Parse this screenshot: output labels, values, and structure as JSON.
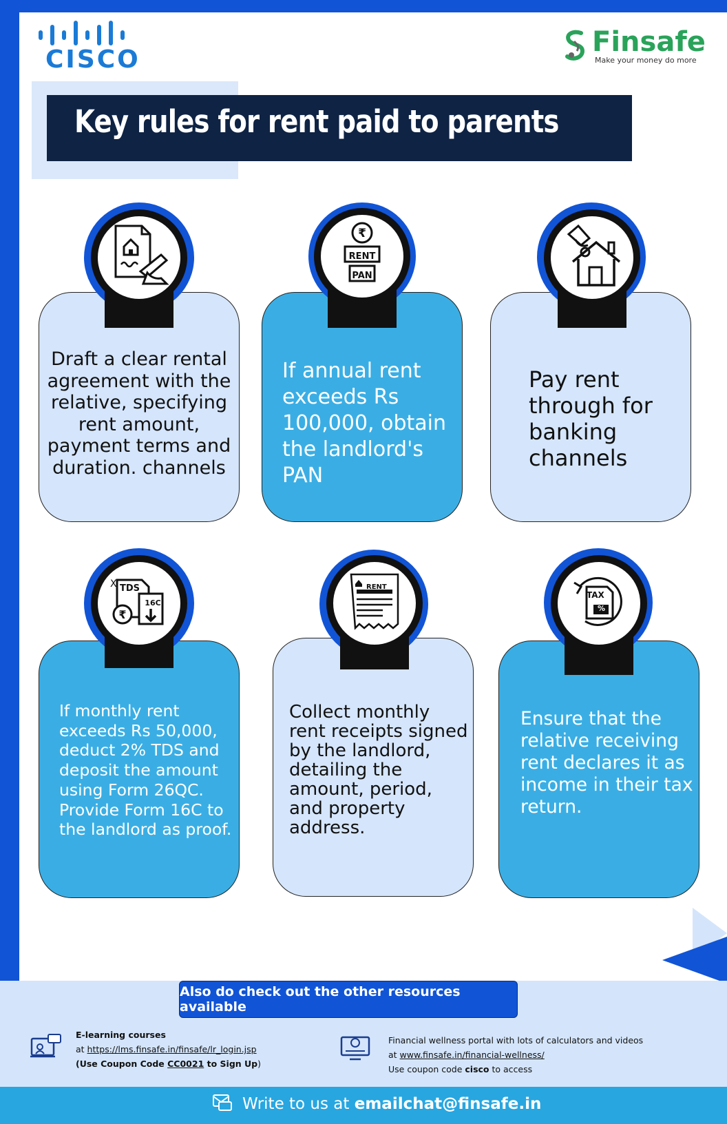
{
  "header": {
    "cisco_logo": "CISCO",
    "finsafe_logo": "Finsafe",
    "finsafe_tagline": "Make your money do more",
    "title": "Key rules for rent paid to parents"
  },
  "cards": [
    {
      "icon": "rental-agreement-icon",
      "text": "Draft a clear rental agreement with the relative, specifying rent amount, payment terms and duration. channels"
    },
    {
      "icon": "rupee-rent-pan-icon",
      "icon_labels": [
        "RENT",
        "PAN"
      ],
      "text": "If annual rent exceeds Rs 100,000, obtain the landlord's PAN"
    },
    {
      "icon": "hand-house-payment-icon",
      "text": "Pay rent through for banking channels"
    },
    {
      "icon": "tds-form-icon",
      "icon_labels": [
        "TDS",
        "16C"
      ],
      "text": "If monthly rent exceeds Rs 50,000, deduct 2% TDS and deposit the amount using Form 26QC. Provide Form 16C to the landlord as proof."
    },
    {
      "icon": "rent-receipt-icon",
      "icon_labels": [
        "RENT"
      ],
      "text": "Collect monthly rent receipts signed by the landlord, detailing the amount, period, and property address."
    },
    {
      "icon": "tax-return-icon",
      "icon_labels": [
        "TAX",
        "%"
      ],
      "text": "Ensure that the relative receiving rent declares it as income in their tax return."
    }
  ],
  "footer": {
    "resources_title": "Also do check out the other resources available",
    "elearning": {
      "heading": "E-learning courses",
      "line_prefix": "at ",
      "link": "https://lms.finsafe.in/finsafe/lr_login.jsp",
      "coupon_prefix": "(Use Coupon Code ",
      "coupon_code": "CC0021",
      "coupon_suffix": " to Sign Up",
      "coupon_close": ")"
    },
    "portal": {
      "line1": "Financial wellness portal with lots of calculators and videos",
      "line_prefix": "at ",
      "link": "www.finsafe.in/financial-wellness/",
      "coupon_prefix": "Use coupon code ",
      "coupon_code": "cisco",
      "coupon_suffix": " to access"
    },
    "contact_prefix": "Write to us at ",
    "contact_email": "emailchat@finsafe.in"
  },
  "colors": {
    "brand_blue": "#1154d6",
    "navy": "#0f2344",
    "light_card": "#d5e5fb",
    "mid_card": "#3aaee4",
    "finsafe_green": "#2aa35a"
  }
}
